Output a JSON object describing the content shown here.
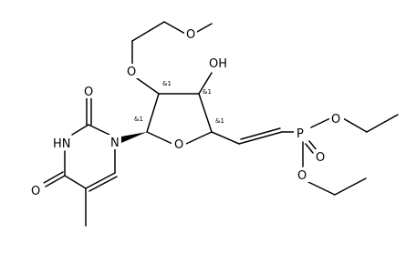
{
  "atoms": {
    "methoxy_o": "O",
    "ether_o2": "O",
    "hydroxyl": "OH",
    "ring_o": "O",
    "n1": "N",
    "nh3": "HN",
    "c2_o": "O",
    "c4_o": "O",
    "phosphorus": "P",
    "p_o_upper": "O",
    "p_o_double": "O",
    "p_o_lower": "O"
  },
  "stereo": {
    "c2": "&1",
    "c3": "&1",
    "c1": "&1",
    "c4": "&1"
  }
}
